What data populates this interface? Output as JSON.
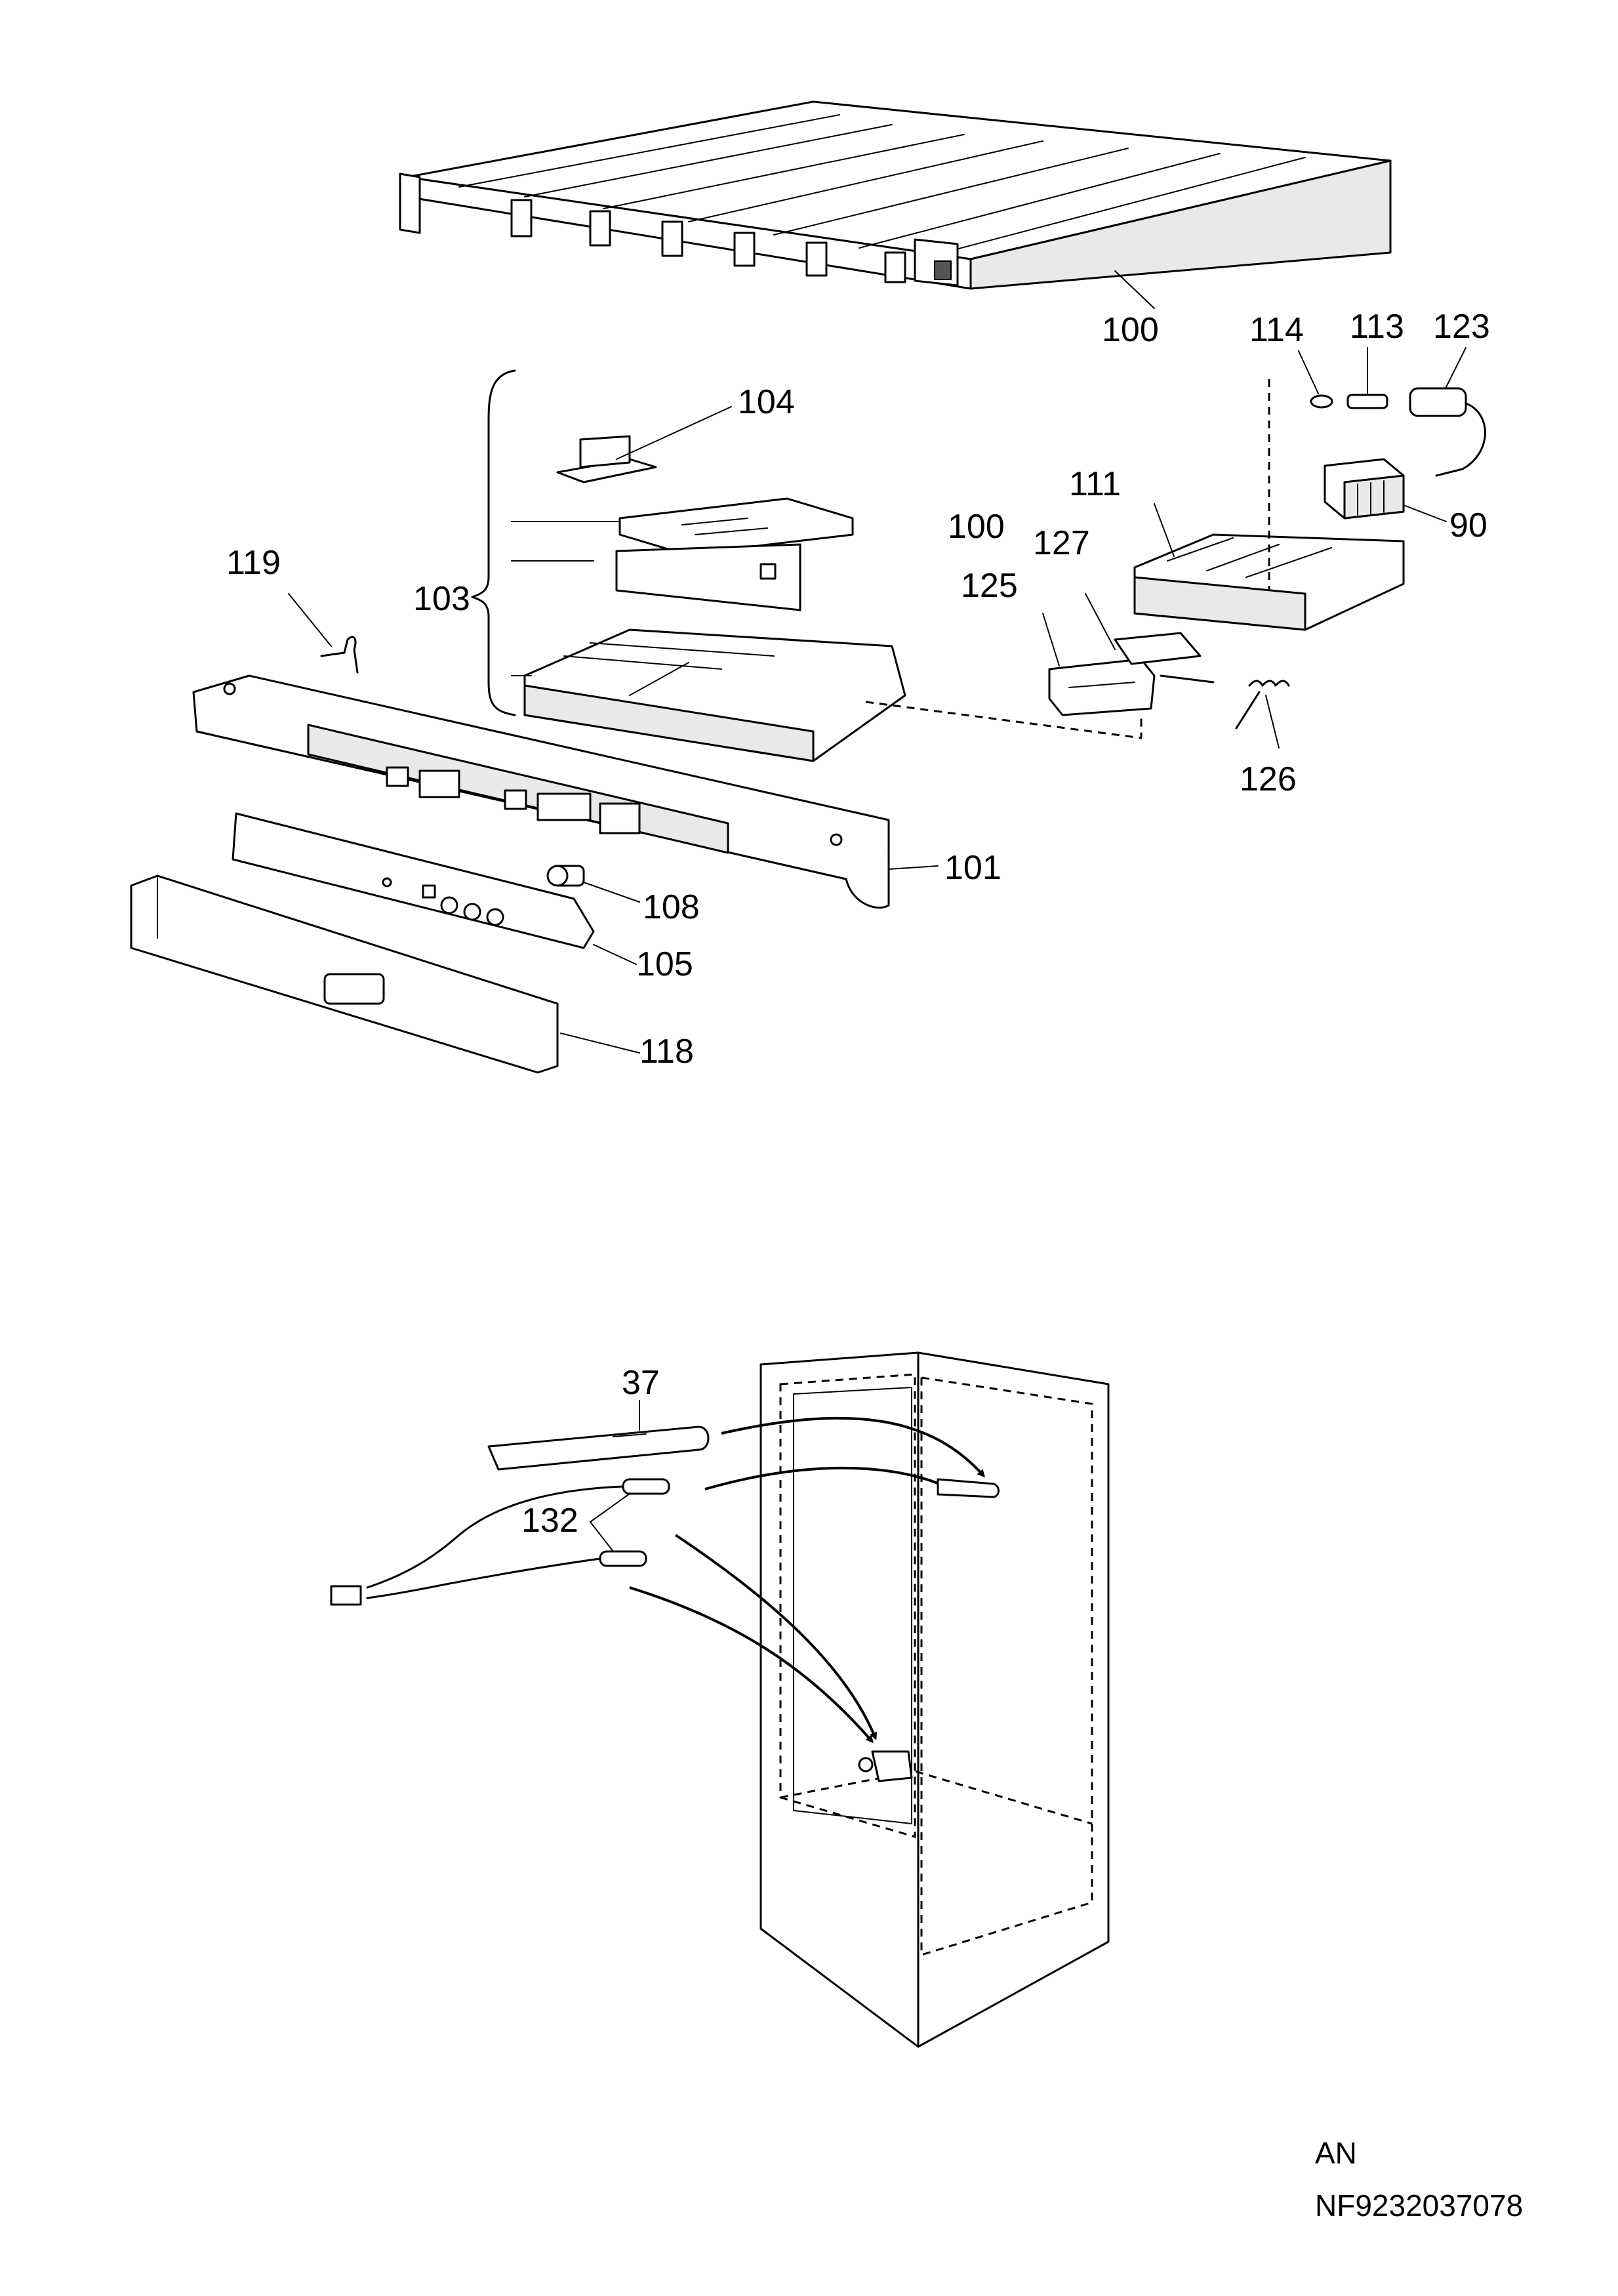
{
  "labels": {
    "p100_top": "100",
    "p114": "114",
    "p113": "113",
    "p123": "123",
    "p104": "104",
    "p111": "111",
    "p100_mid": "100",
    "p90": "90",
    "p127": "127",
    "p119": "119",
    "p103": "103",
    "p125": "125",
    "p126": "126",
    "p101": "101",
    "p108": "108",
    "p105": "105",
    "p118": "118",
    "p37": "37",
    "p132": "132"
  },
  "footer": {
    "region_code": "AN",
    "drawing_number": "NF9232037078"
  }
}
